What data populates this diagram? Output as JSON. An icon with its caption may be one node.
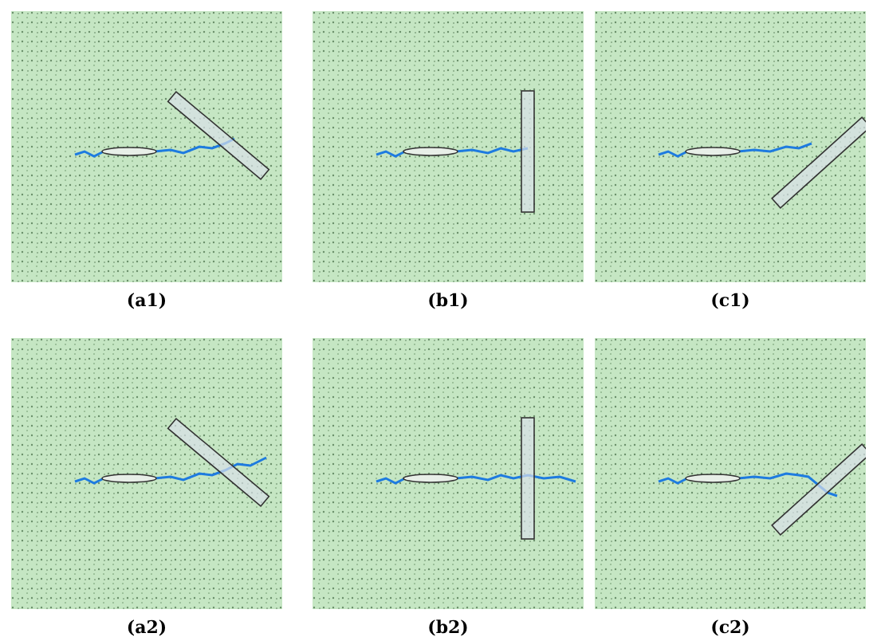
{
  "diagram": {
    "labels": [
      "(a1)",
      "(b1)",
      "(c1)",
      "(a2)",
      "(b2)",
      "(c2)"
    ]
  }
}
